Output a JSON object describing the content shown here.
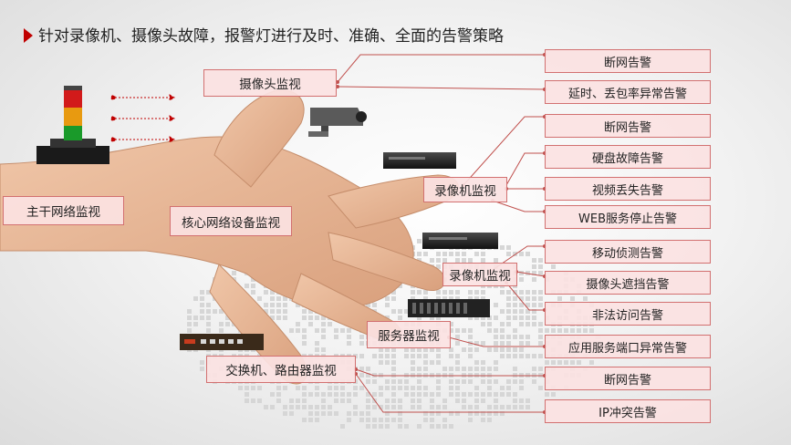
{
  "title": "针对录像机、摄像头故障，报警灯进行及时、准确、全面的告警策略",
  "colors": {
    "accent": "#c00000",
    "box_fill": "#fbe2e2",
    "box_border": "#d27070",
    "line": "#c0504d"
  },
  "icons": [
    "warning-light-icon",
    "camera-icon",
    "nvr-device-icon",
    "server-device-icon",
    "switch-device-icon"
  ],
  "monitors": {
    "camera": "摄像头监视",
    "nvr1": "录像机监视",
    "nvr2": "录像机监视",
    "server": "服务器监视",
    "switch": "交换机、路由器监视",
    "trunk": "主干网络监视",
    "core": "核心网络设备监视"
  },
  "alarms": [
    "断网告警",
    "延时、丢包率异常告警",
    "断网告警",
    "硬盘故障告警",
    "视频丢失告警",
    "WEB服务停止告警",
    "移动侦测告警",
    "摄像头遮挡告警",
    "非法访问告警",
    "应用服务端口异常告警",
    "断网告警",
    "IP冲突告警"
  ]
}
